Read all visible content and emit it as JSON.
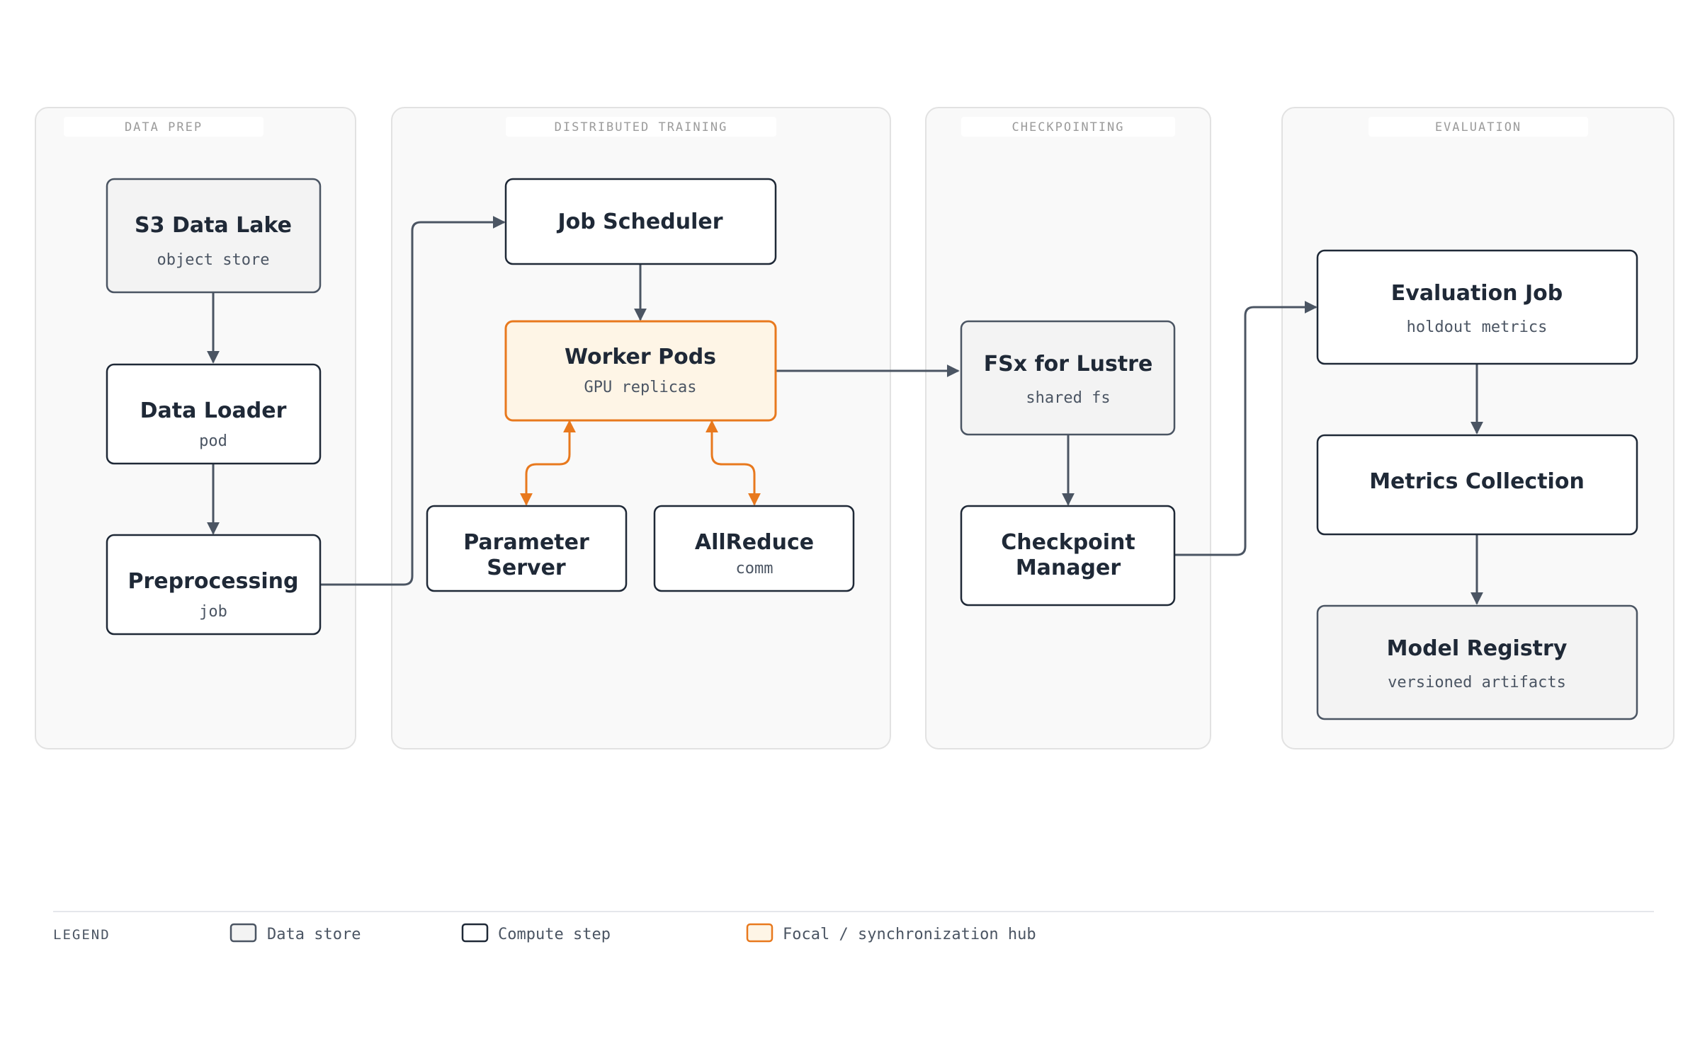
{
  "lanes": {
    "data_prep": "DATA PREP",
    "training": "DISTRIBUTED TRAINING",
    "checkpointing": "CHECKPOINTING",
    "evaluation": "EVALUATION"
  },
  "nodes": {
    "s3": {
      "title": "S3 Data Lake",
      "sub": "object store",
      "kind": "data-store"
    },
    "loader": {
      "title": "Data Loader",
      "sub": "pod",
      "kind": "compute"
    },
    "preprocessing": {
      "title": "Preprocessing",
      "sub": "job",
      "kind": "compute"
    },
    "scheduler": {
      "title": "Job Scheduler",
      "kind": "compute"
    },
    "workers": {
      "title": "Worker Pods",
      "sub": "GPU replicas",
      "kind": "focal"
    },
    "param_server": {
      "title_line1": "Parameter",
      "title_line2": "Server",
      "kind": "compute"
    },
    "allreduce": {
      "title": "AllReduce",
      "sub": "comm",
      "kind": "compute"
    },
    "fsx": {
      "title": "FSx for Lustre",
      "sub": "shared fs",
      "kind": "data-store"
    },
    "ckpt": {
      "title_line1": "Checkpoint",
      "title_line2": "Manager",
      "kind": "compute"
    },
    "eval": {
      "title": "Evaluation Job",
      "sub": "holdout metrics",
      "kind": "compute"
    },
    "metrics": {
      "title": "Metrics Collection",
      "kind": "compute"
    },
    "registry": {
      "title": "Model Registry",
      "sub": "versioned artifacts",
      "kind": "data-store"
    }
  },
  "edges": [
    {
      "from": "S3 Data Lake",
      "to": "Data Loader"
    },
    {
      "from": "Data Loader",
      "to": "Preprocessing"
    },
    {
      "from": "Preprocessing",
      "to": "Job Scheduler"
    },
    {
      "from": "Job Scheduler",
      "to": "Worker Pods"
    },
    {
      "from": "Worker Pods",
      "to": "Parameter Server",
      "bidirectional": true
    },
    {
      "from": "Worker Pods",
      "to": "AllReduce",
      "bidirectional": true
    },
    {
      "from": "Worker Pods",
      "to": "FSx for Lustre"
    },
    {
      "from": "FSx for Lustre",
      "to": "Checkpoint Manager"
    },
    {
      "from": "Checkpoint Manager",
      "to": "Evaluation Job"
    },
    {
      "from": "Evaluation Job",
      "to": "Metrics Collection"
    },
    {
      "from": "Metrics Collection",
      "to": "Model Registry"
    }
  ],
  "legend": {
    "title": "LEGEND",
    "data_store": "Data store",
    "compute": "Compute step",
    "focal": "Focal / synchronization hub"
  },
  "colors": {
    "focal_stroke": "#e8791e",
    "focal_fill": "#fef5e6",
    "compute_stroke": "#1f2937",
    "store_fill": "#f3f3f3",
    "edge": "#4b5563"
  }
}
